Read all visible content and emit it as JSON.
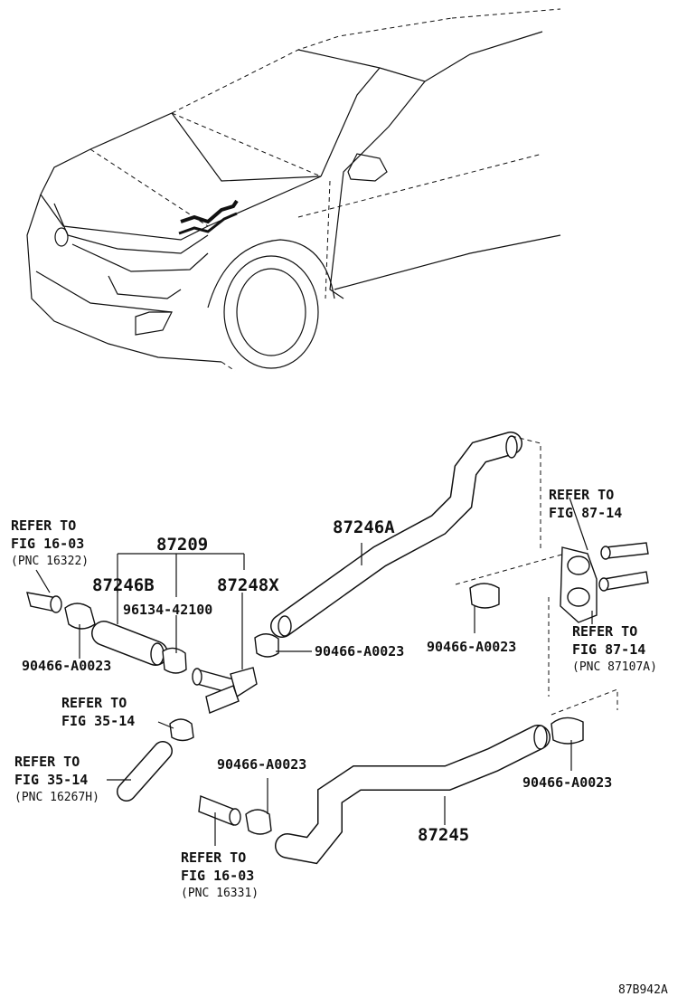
{
  "labels": {
    "part_87209": "87209",
    "part_87246A": "87246A",
    "part_87246B": "87246B",
    "part_87248X": "87248X",
    "part_96134": "96134-42100",
    "part_87245": "87245",
    "clamp_left": "90466-A0023",
    "clamp_mid": "90466-A0023",
    "clamp_right_upper": "90466-A0023",
    "clamp_right_lower": "90466-A0023",
    "clamp_bottom": "90466-A0023",
    "ref_tl_1": "REFER TO",
    "ref_tl_2": "FIG 16-03",
    "ref_tl_3": "(PNC 16322)",
    "ref_ml_1": "REFER TO",
    "ref_ml_2": "FIG 35-14",
    "ref_ll_1": "REFER TO",
    "ref_ll_2": "FIG 35-14",
    "ref_ll_3": "(PNC 16267H)",
    "ref_b_1": "REFER TO",
    "ref_b_2": "FIG 16-03",
    "ref_b_3": "(PNC 16331)",
    "ref_tr_1": "REFER TO",
    "ref_tr_2": "FIG 87-14",
    "ref_r_1": "REFER TO",
    "ref_r_2": "FIG 87-14",
    "ref_r_3": "(PNC 87107A)",
    "figure_code": "87B942A"
  }
}
